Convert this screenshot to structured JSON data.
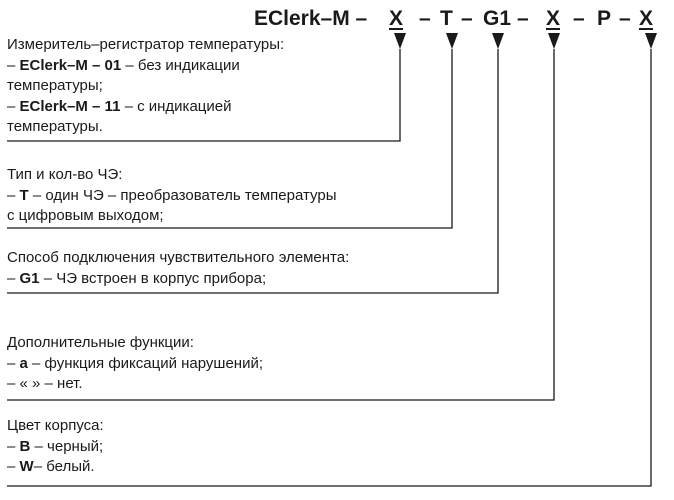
{
  "code": {
    "prefix": "EClerk–M –",
    "x1": "X",
    "sep1": "–",
    "t": "T",
    "sep2": "–",
    "g1": "G1",
    "sep3": "–",
    "x2": "X",
    "sep4": "–",
    "p": "P",
    "sep5": "–",
    "x3": "X"
  },
  "blocks": {
    "device": {
      "title": "Измеритель–регистратор  температуры:",
      "opt1_dash": "– ",
      "opt1_code": "EClerk–M – 01",
      "opt1_text": " – без индикации",
      "opt1_cont": "температуры;",
      "opt2_dash": "– ",
      "opt2_code": "EClerk–M – 11",
      "opt2_text": " – с индикацией",
      "opt2_cont": " температуры."
    },
    "sensor": {
      "title": "Тип и кол-во ЧЭ:",
      "opt1_dash": "– ",
      "opt1_code": "T",
      "opt1_text": " – один ЧЭ – преобразователь температуры",
      "opt1_cont": "с цифровым выходом;"
    },
    "connection": {
      "title": "Способ подключения чувствительного элемента:",
      "opt1_dash": "– ",
      "opt1_code": "G1",
      "opt1_text": " – ЧЭ встроен в корпус прибора;"
    },
    "functions": {
      "title": "Дополнительные функции:",
      "opt1_dash": "– ",
      "opt1_code": "a",
      "opt1_text": " – функция фиксаций нарушений;",
      "opt2_text": "– « » – нет."
    },
    "color": {
      "title": "Цвет корпуса:",
      "opt1_dash": "– ",
      "opt1_code": "B",
      "opt1_text": " – черный;",
      "opt2_dash": "– ",
      "opt2_code": "W",
      "opt2_text": "– белый."
    }
  }
}
